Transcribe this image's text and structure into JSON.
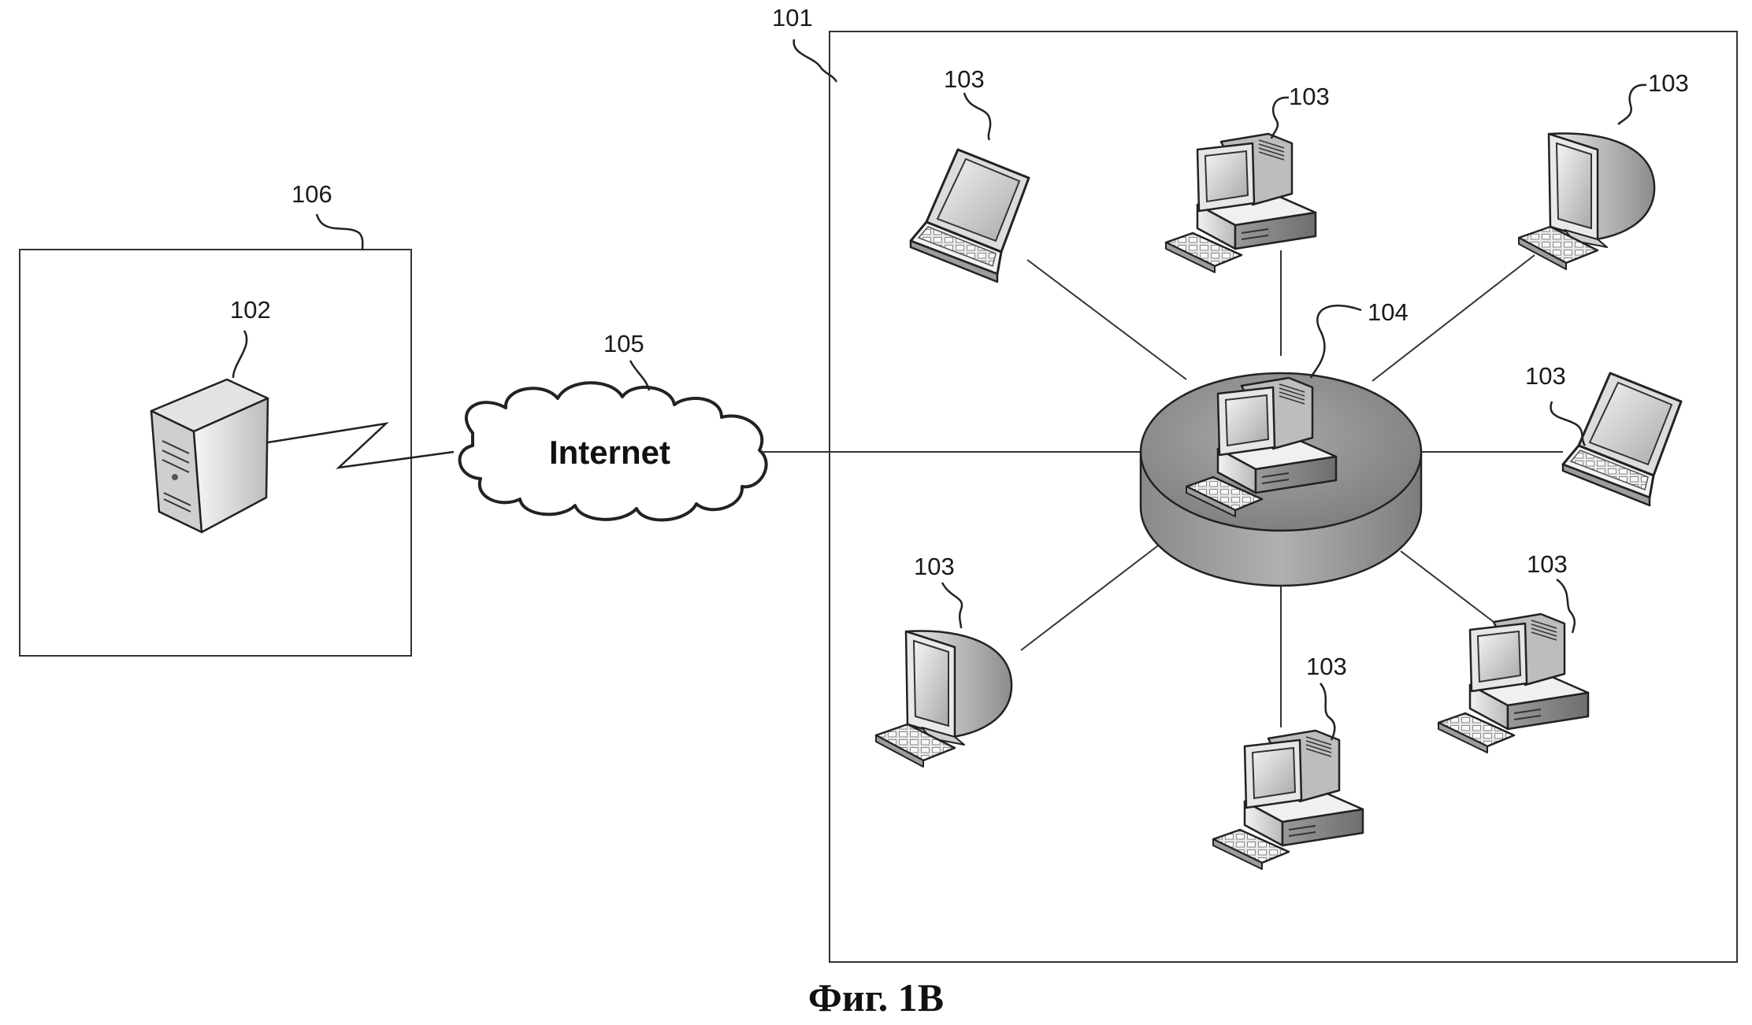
{
  "labels": {
    "lan": "101",
    "server": "102",
    "client_top_laptop": "103",
    "client_top_desktop": "103",
    "client_top_right_crt": "103",
    "client_right_laptop": "103",
    "client_bottom_right_desktop": "103",
    "client_bottom_desktop": "103",
    "client_bottom_left_crt": "103",
    "switch": "104",
    "internet": "105",
    "server_zone": "106"
  },
  "internet_text": "Internet",
  "caption": "Фиг. 1B"
}
